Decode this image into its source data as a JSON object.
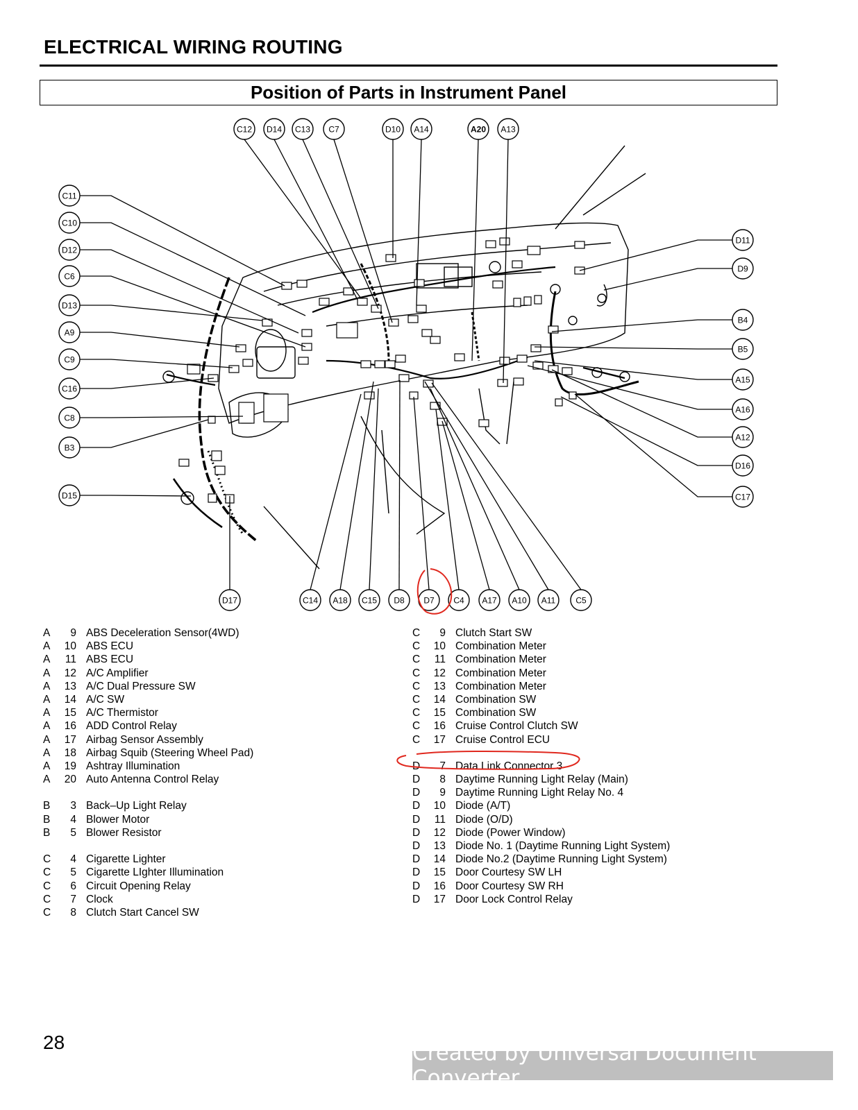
{
  "header": {
    "title": "ELECTRICAL WIRING ROUTING"
  },
  "section": {
    "title": "Position of Parts in Instrument Panel"
  },
  "callouts": {
    "top": [
      "C12",
      "D14",
      "C13",
      "C7",
      "D10",
      "A14",
      "A20",
      "A13"
    ],
    "left": [
      "C11",
      "C10",
      "D12",
      "C6",
      "D13",
      "A9",
      "C9",
      "C16",
      "C8",
      "B3",
      "D15"
    ],
    "right": [
      "D11",
      "D9",
      "B4",
      "B5",
      "A15",
      "A16",
      "A12",
      "D16",
      "C17"
    ],
    "bottom": [
      "D17",
      "C14",
      "A18",
      "C15",
      "D8",
      "D7",
      "C4",
      "A17",
      "A10",
      "A11",
      "C5"
    ],
    "highlighted": "D7"
  },
  "legend_left": [
    {
      "g": "A",
      "n": "9",
      "t": "ABS Deceleration Sensor(4WD)"
    },
    {
      "g": "A",
      "n": "10",
      "t": "ABS ECU"
    },
    {
      "g": "A",
      "n": "11",
      "t": "ABS ECU"
    },
    {
      "g": "A",
      "n": "12",
      "t": "A/C Amplifier"
    },
    {
      "g": "A",
      "n": "13",
      "t": "A/C Dual Pressure SW"
    },
    {
      "g": "A",
      "n": "14",
      "t": "A/C SW"
    },
    {
      "g": "A",
      "n": "15",
      "t": "A/C Thermistor"
    },
    {
      "g": "A",
      "n": "16",
      "t": "ADD Control Relay"
    },
    {
      "g": "A",
      "n": "17",
      "t": "Airbag Sensor Assembly"
    },
    {
      "g": "A",
      "n": "18",
      "t": "Airbag Squib (Steering Wheel Pad)"
    },
    {
      "g": "A",
      "n": "19",
      "t": "Ashtray Illumination"
    },
    {
      "g": "A",
      "n": "20",
      "t": "Auto Antenna Control Relay"
    },
    null,
    {
      "g": "B",
      "n": "3",
      "t": "Back–Up Light Relay"
    },
    {
      "g": "B",
      "n": "4",
      "t": "Blower Motor"
    },
    {
      "g": "B",
      "n": "5",
      "t": "Blower Resistor"
    },
    null,
    {
      "g": "C",
      "n": "4",
      "t": "Cigarette Lighter"
    },
    {
      "g": "C",
      "n": "5",
      "t": "Cigarette LIghter Illumination"
    },
    {
      "g": "C",
      "n": "6",
      "t": "Circuit Opening Relay"
    },
    {
      "g": "C",
      "n": "7",
      "t": "Clock"
    },
    {
      "g": "C",
      "n": "8",
      "t": "Clutch Start Cancel SW"
    }
  ],
  "legend_right": [
    {
      "g": "C",
      "n": "9",
      "t": "Clutch Start SW"
    },
    {
      "g": "C",
      "n": "10",
      "t": "Combination Meter"
    },
    {
      "g": "C",
      "n": "11",
      "t": "Combination Meter"
    },
    {
      "g": "C",
      "n": "12",
      "t": "Combination Meter"
    },
    {
      "g": "C",
      "n": "13",
      "t": "Combination Meter"
    },
    {
      "g": "C",
      "n": "14",
      "t": "Combination SW"
    },
    {
      "g": "C",
      "n": "15",
      "t": "Combination SW"
    },
    {
      "g": "C",
      "n": "16",
      "t": "Cruise Control Clutch SW"
    },
    {
      "g": "C",
      "n": "17",
      "t": "Cruise Control ECU"
    },
    null,
    {
      "g": "D",
      "n": "7",
      "t": "Data Link Connector 3"
    },
    {
      "g": "D",
      "n": "8",
      "t": "Daytime Running Light Relay (Main)"
    },
    {
      "g": "D",
      "n": "9",
      "t": "Daytime Running Light Relay No. 4"
    },
    {
      "g": "D",
      "n": "10",
      "t": "Diode (A/T)"
    },
    {
      "g": "D",
      "n": "11",
      "t": "Diode (O/D)"
    },
    {
      "g": "D",
      "n": "12",
      "t": "Diode (Power Window)"
    },
    {
      "g": "D",
      "n": "13",
      "t": "Diode No. 1 (Daytime Running Light System)"
    },
    {
      "g": "D",
      "n": "14",
      "t": "Diode No.2 (Daytime Running Light System)"
    },
    {
      "g": "D",
      "n": "15",
      "t": "Door Courtesy SW LH"
    },
    {
      "g": "D",
      "n": "16",
      "t": "Door Courtesy SW RH"
    },
    {
      "g": "D",
      "n": "17",
      "t": "Door Lock Control Relay"
    }
  ],
  "page_number": "28",
  "watermark": "Created by Universal Document Converter",
  "colors": {
    "annotation": "#e0281e",
    "watermark_bg": "#bfbfbf"
  }
}
